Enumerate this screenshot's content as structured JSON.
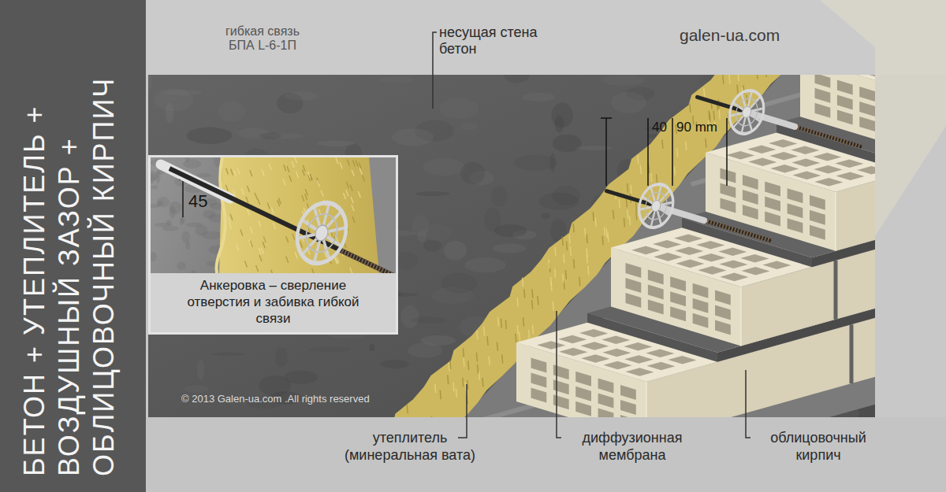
{
  "diagram": {
    "title": "БЕТОН + УТЕПЛИТЕЛЬ + ВОЗДУШНЫЙ ЗАЗОР + ОБЛИЦОВОЧНЫЙ КИРПИЧ",
    "nodes": [
      {
        "text": [
          "Анкеровка – сверление отверстия и забивка гибкой связи"
        ]
      }
    ],
    "labels": [
      "гибкая связь БПА L-6-1П",
      "несущая стена бетон",
      "galen-ua.com",
      "45",
      "40",
      "90 mm",
      "© 2013 Galen-ua.com .All rights reserved",
      "утеплитель (минеральная вата)",
      "диффузионная мембрана",
      "облицовочный кирпич"
    ]
  }
}
